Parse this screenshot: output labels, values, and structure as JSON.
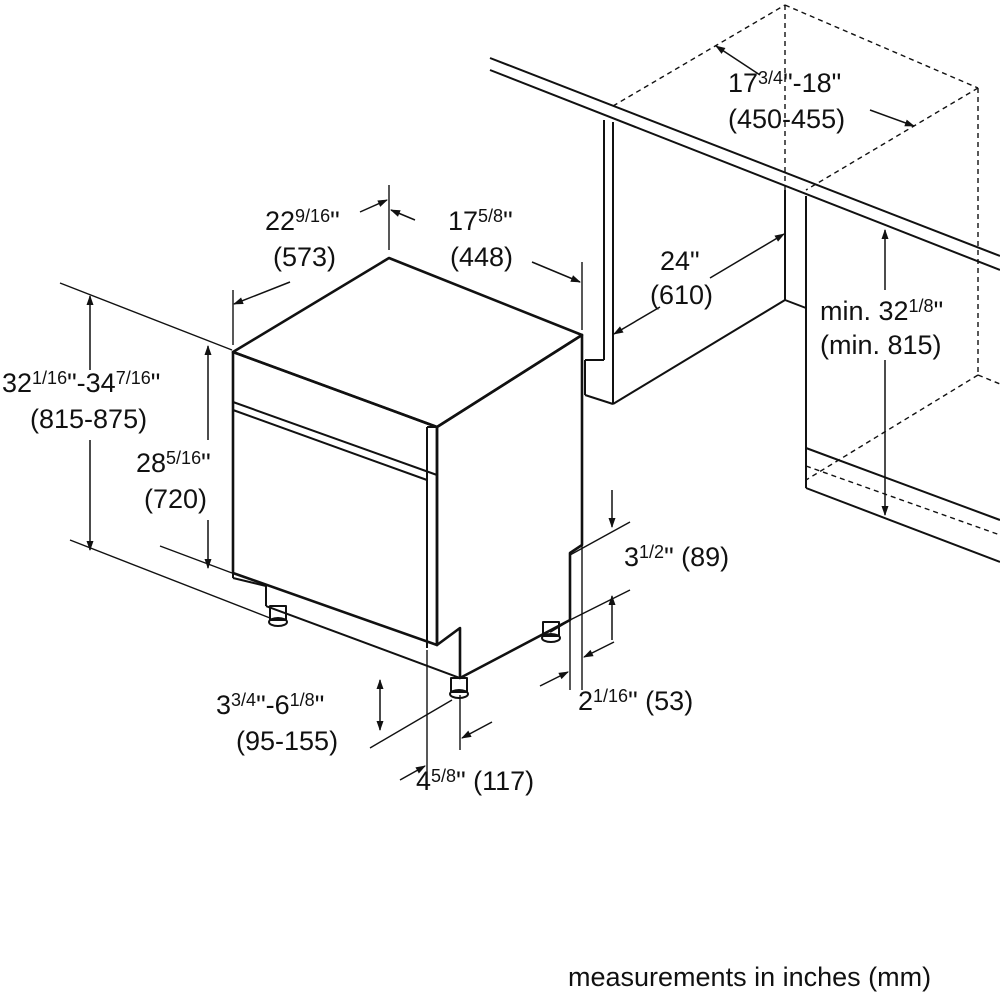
{
  "dimensions": {
    "cavity_width": {
      "main": "17",
      "fraction": "3/4",
      "suffix": "\"-18\"",
      "metric": "(450-455)"
    },
    "depth": {
      "main": "22",
      "fraction": "9/16",
      "suffix": "\"",
      "metric": "(573)"
    },
    "width": {
      "main": "17",
      "fraction": "5/8",
      "suffix": "\"",
      "metric": "(448)"
    },
    "cavity_depth": {
      "main": "24\"",
      "metric": "(610)"
    },
    "cavity_height": {
      "prefix": "min. 32",
      "fraction": "1/8",
      "suffix": "\"",
      "metric": "(min. 815)"
    },
    "total_height": {
      "main": "32",
      "fraction1": "1/16",
      "mid": "\"-34",
      "fraction2": "7/16",
      "suffix": "\"",
      "metric": "(815-875)"
    },
    "door_height": {
      "main": "28",
      "fraction": "5/16",
      "suffix": "\"",
      "metric": "(720)"
    },
    "toe_kick_height": {
      "main": "3",
      "fraction": "1/2",
      "suffix": "\" (89)"
    },
    "toe_kick_depth": {
      "main": "2",
      "fraction": "1/16",
      "suffix": "\" (53)"
    },
    "leg_height": {
      "main": "3",
      "fraction1": "3/4",
      "mid": "\"-6",
      "fraction2": "1/8",
      "suffix": "\"",
      "metric": "(95-155)"
    },
    "leg_setback": {
      "main": "4",
      "fraction": "5/8",
      "suffix": "\" (117)"
    }
  },
  "footer": "measurements in inches (mm)"
}
